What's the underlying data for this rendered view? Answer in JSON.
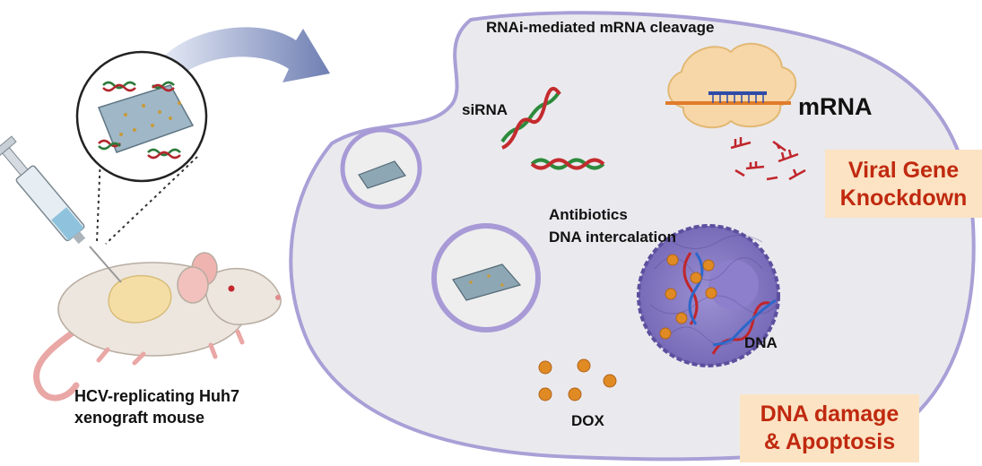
{
  "labels": {
    "rnai": "RNAi-mediated mRNA cleavage",
    "sirna": "siRNA",
    "mrna": "mRNA",
    "antibiotics": "Antibiotics",
    "intercalation": "DNA intercalation",
    "dna": "DNA",
    "dox": "DOX",
    "mouse_line1": "HCV-replicating Huh7",
    "mouse_line2": "xenograft mouse"
  },
  "boxes": {
    "viral_line1": "Viral Gene",
    "viral_line2": "Knockdown",
    "dna_line1": "DNA damage",
    "dna_line2": "& Apoptosis"
  },
  "colors": {
    "cell_fill": "#eaeaee",
    "cell_border": "#a8a0d6",
    "nucleus": "#8276c0",
    "dox": "#e08a24",
    "box_fill": "#fbe3c3",
    "box_text": "#c0290f",
    "arrow": "#7a88b8"
  }
}
